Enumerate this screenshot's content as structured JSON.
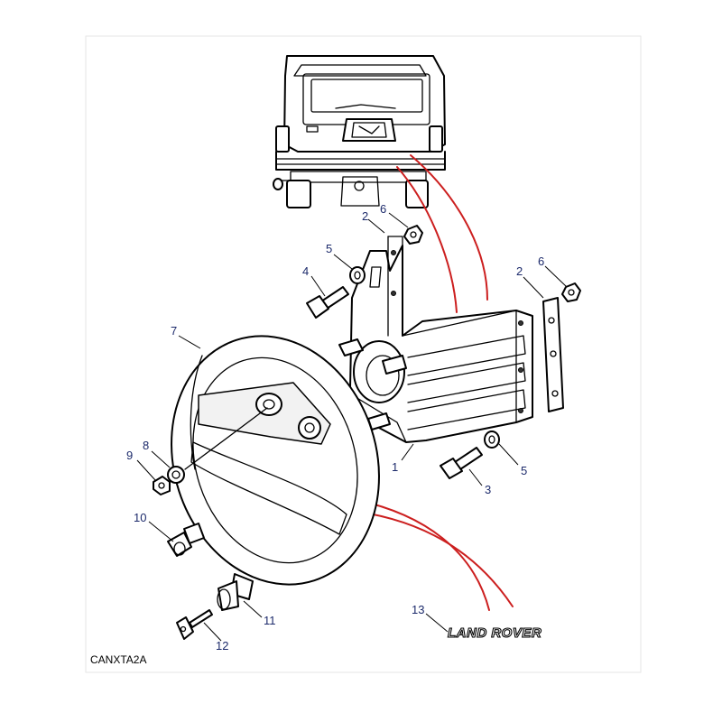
{
  "callouts": {
    "c1": "1",
    "c2a": "2",
    "c2b": "2",
    "c3": "3",
    "c4": "4",
    "c5a": "5",
    "c5b": "5",
    "c6a": "6",
    "c6b": "6",
    "c7": "7",
    "c8": "8",
    "c9": "9",
    "c10": "10",
    "c11": "11",
    "c12": "12",
    "c13": "13"
  },
  "brand_text": "LAND ROVER",
  "caption": "CANXTA2A"
}
